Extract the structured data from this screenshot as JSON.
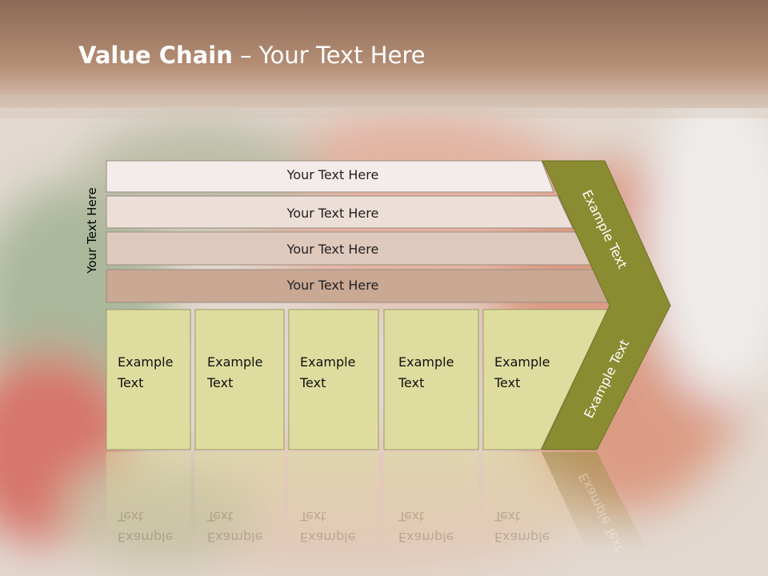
{
  "slide": {
    "title_bold": "Value Chain",
    "title_rest": " – Your Text Here",
    "side_label": "Your Text Here",
    "bars": [
      "Your Text Here",
      "Your Text Here",
      "Your Text Here",
      "Your Text Here"
    ],
    "boxes": [
      "Example Text",
      "Example Text",
      "Example Text",
      "Example Text",
      "Example Text"
    ],
    "chevron_top_label": "Example Text",
    "chevron_bottom_label": "Example Text"
  },
  "colors": {
    "header": "#a47c66",
    "chevron": "#8a8c31",
    "box_fill": "#dedd9f"
  }
}
